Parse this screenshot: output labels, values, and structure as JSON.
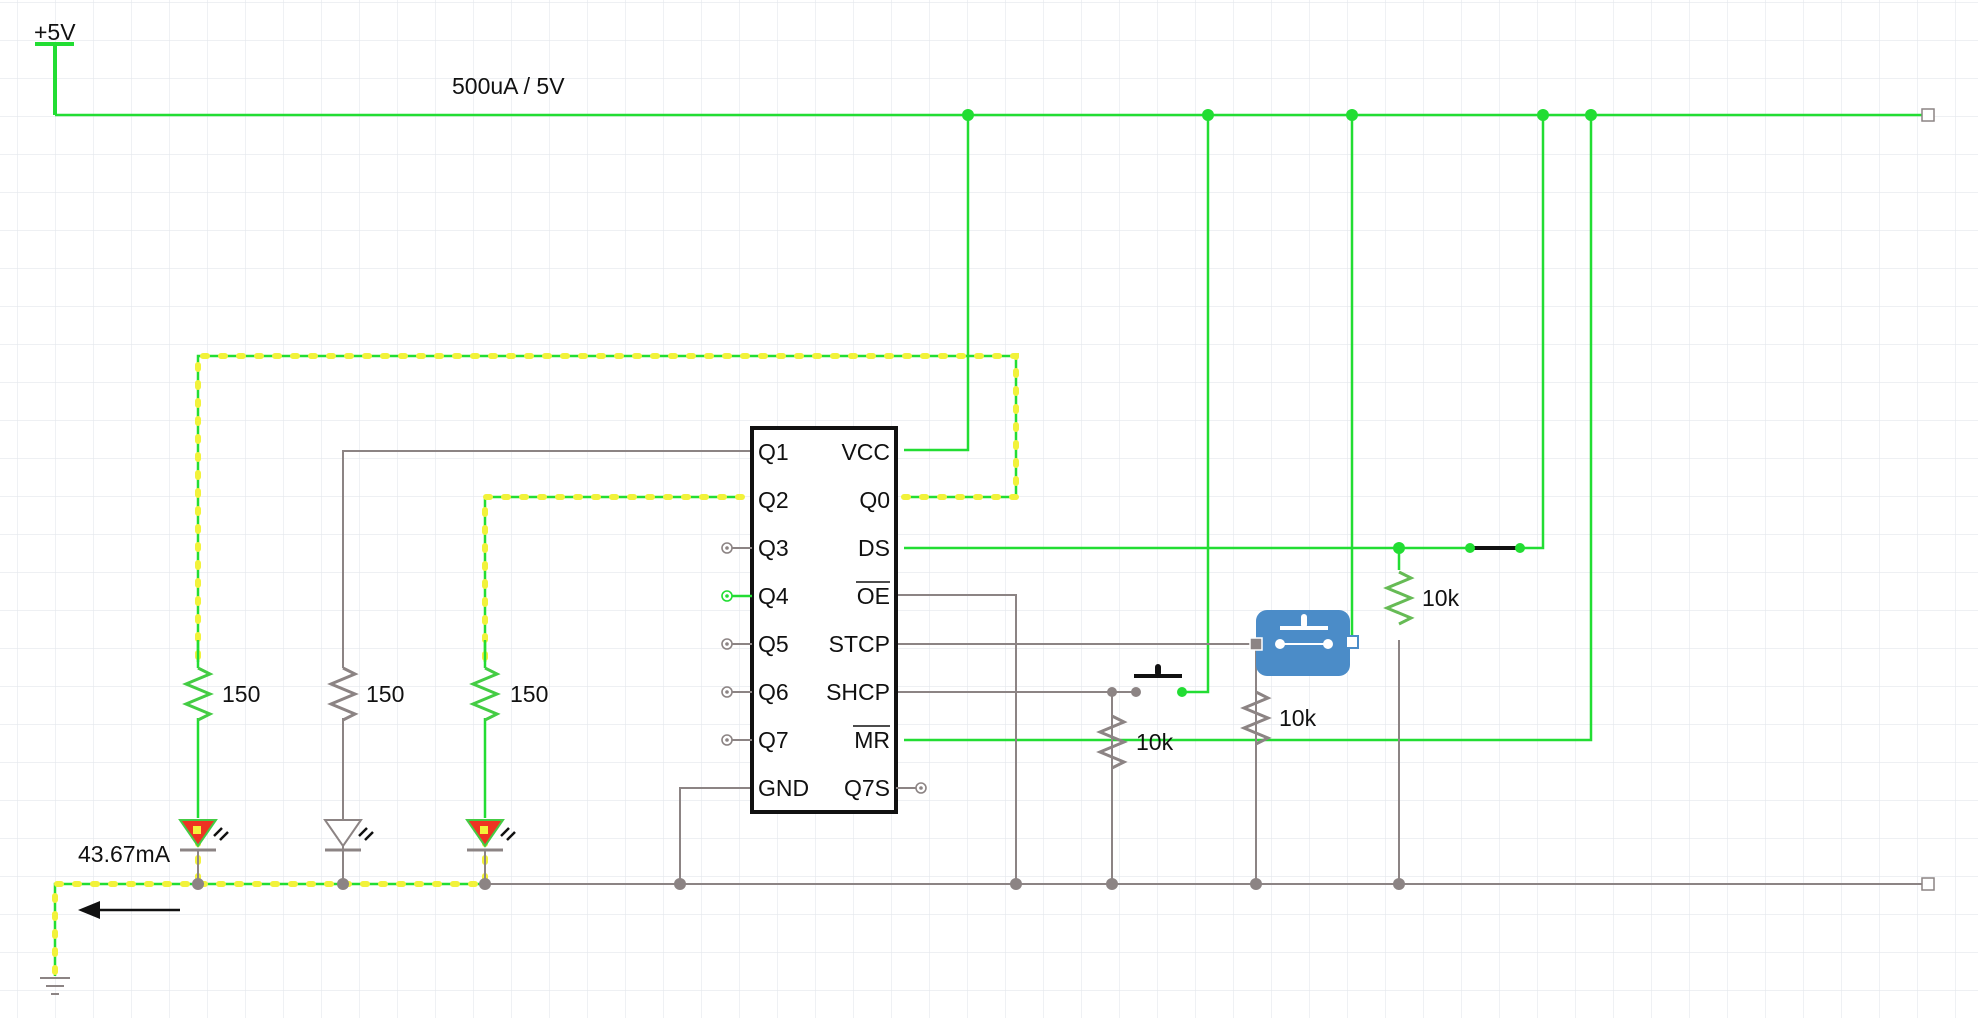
{
  "colors": {
    "grid": "#e4e7ec",
    "live_wire": "#22dd33",
    "dead_wire": "#8c8484",
    "current_dots": "#f2f23a",
    "chip_border": "#111111",
    "led_on": "#ee3322",
    "button_fill": "#4b8cc8",
    "text": "#111111"
  },
  "supply": {
    "label": "+5V",
    "meter": "500uA / 5V"
  },
  "ground_meter": {
    "label": "43.67mA",
    "icon": "left-arrow-icon"
  },
  "chip": {
    "left_pins": [
      "Q1",
      "Q2",
      "Q3",
      "Q4",
      "Q5",
      "Q6",
      "Q7",
      "GND"
    ],
    "right_pins": [
      "VCC",
      "Q0",
      "DS",
      "OE",
      "STCP",
      "SHCP",
      "MR",
      "Q7S"
    ],
    "inverted_pins": [
      "OE",
      "MR"
    ]
  },
  "resistors": {
    "led_series": [
      "150",
      "150",
      "150"
    ],
    "pulldown_shcp": "10k",
    "pulldown_stcp": "10k",
    "pulldown_ds": "10k"
  },
  "leds": [
    {
      "state": "on"
    },
    {
      "state": "off"
    },
    {
      "state": "on"
    }
  ],
  "switches": {
    "shcp_button": "push-button-icon",
    "stcp_button": "push-button-selected-icon",
    "ds_switch": "toggle-switch-icon"
  }
}
